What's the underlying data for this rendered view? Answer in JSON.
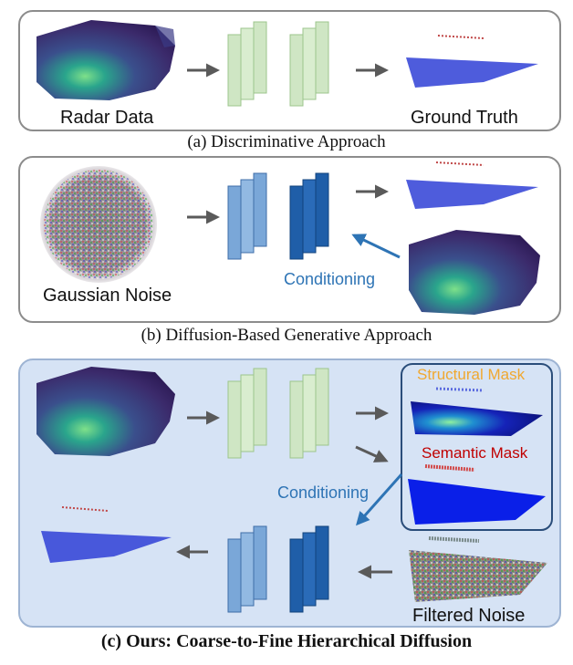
{
  "panel_a": {
    "input_label": "Radar Data",
    "output_label": "Ground Truth",
    "caption": "(a) Discriminative Approach"
  },
  "panel_b": {
    "input_label": "Gaussian Noise",
    "conditioning_label": "Conditioning",
    "caption": "(b) Diffusion-Based Generative Approach"
  },
  "panel_c": {
    "structural_mask_label": "Structural Mask",
    "semantic_mask_label": "Semantic Mask",
    "conditioning_label": "Conditioning",
    "noise_label": "Filtered Noise",
    "caption": "(c) Ours: Coarse-to-Fine Hierarchical Diffusion"
  },
  "colors": {
    "discriminative_net": "#cfe6c4",
    "diffusion_net_light": "#7aa7d8",
    "diffusion_net_dark": "#1f5ea8",
    "conditioning_text": "#2e74b5",
    "structural_mask_text": "#f0a830",
    "semantic_mask_text": "#c00000",
    "panel_c_background": "#d6e3f5"
  }
}
